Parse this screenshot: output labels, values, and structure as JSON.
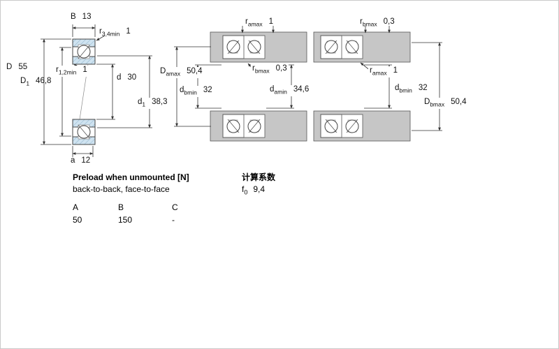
{
  "left": {
    "dims": {
      "B": {
        "sym": "B",
        "sub": "",
        "val": "13"
      },
      "r34": {
        "sym": "r",
        "sub": "3,4min",
        "val": "1"
      },
      "D": {
        "sym": "D",
        "sub": "",
        "val": "55"
      },
      "D1": {
        "sym": "D",
        "sub": "1",
        "val": "46,8"
      },
      "r12": {
        "sym": "r",
        "sub": "1,2min",
        "val": "1"
      },
      "d": {
        "sym": "d",
        "sub": "",
        "val": "30"
      },
      "d1": {
        "sym": "d",
        "sub": "1",
        "val": "38,3"
      },
      "a": {
        "sym": "a",
        "sub": "",
        "val": "12"
      }
    }
  },
  "middle": {
    "dims": {
      "ramax": {
        "sym": "r",
        "sub": "amax",
        "val": "1"
      },
      "Damax": {
        "sym": "D",
        "sub": "amax",
        "val": "50,4"
      },
      "rbmax": {
        "sym": "r",
        "sub": "bmax",
        "val": "0,3"
      },
      "dbmin": {
        "sym": "d",
        "sub": "bmin",
        "val": "32"
      },
      "damin": {
        "sym": "d",
        "sub": "amin",
        "val": "34,6"
      }
    }
  },
  "right": {
    "dims": {
      "rbmax": {
        "sym": "r",
        "sub": "bmax",
        "val": "0,3"
      },
      "ramax": {
        "sym": "r",
        "sub": "amax",
        "val": "1"
      },
      "dbmin": {
        "sym": "d",
        "sub": "bmin",
        "val": "32"
      },
      "Dbmax": {
        "sym": "D",
        "sub": "bmax",
        "val": "50,4"
      }
    }
  },
  "preload": {
    "title": "Preload when unmounted [N]",
    "subtitle": "back-to-back, face-to-face",
    "columns": [
      "A",
      "B",
      "C"
    ],
    "values": [
      "50",
      "150",
      "-"
    ]
  },
  "calc": {
    "title": "计算系数",
    "f0": {
      "sym": "f",
      "sub": "0",
      "val": "9,4"
    }
  }
}
